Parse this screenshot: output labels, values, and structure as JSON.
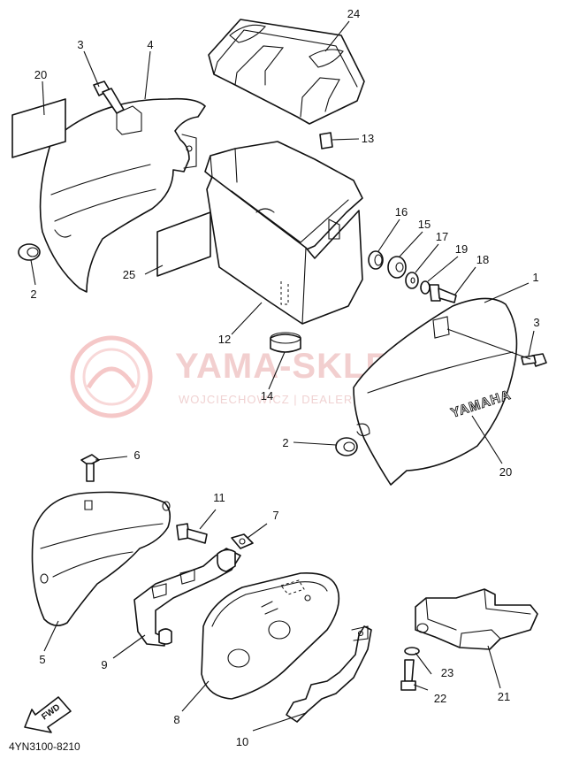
{
  "diagram": {
    "part_code": "4YN3100-8210",
    "fwd_label": "FWD",
    "cover_brand": "YAMAHA",
    "watermark": {
      "title": "YAMA-SKLEP.PL",
      "subtitle": "WOJCIECHOWICZ | DEALER YAMAHA"
    },
    "callouts": [
      "24",
      "3",
      "4",
      "20",
      "13",
      "2",
      "25",
      "16",
      "15",
      "17",
      "19",
      "18",
      "12",
      "1",
      "3",
      "14",
      "2",
      "20",
      "6",
      "11",
      "7",
      "5",
      "9",
      "8",
      "23",
      "22",
      "21",
      "10"
    ]
  }
}
